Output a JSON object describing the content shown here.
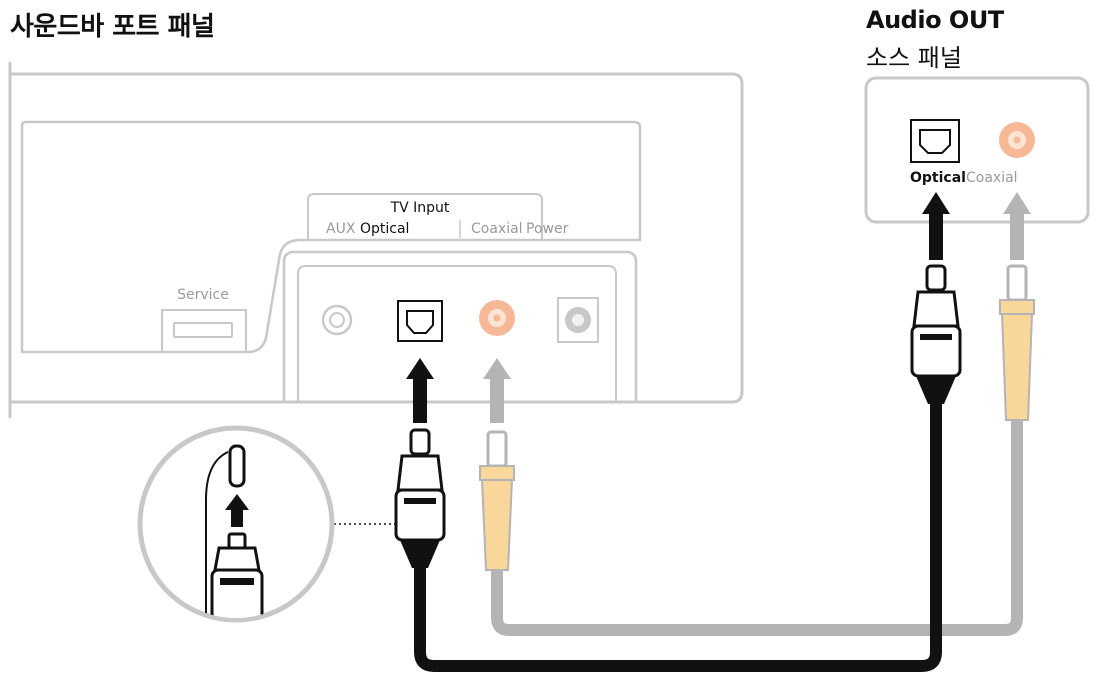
{
  "soundbar_panel": {
    "title": "사운드바 포트 패널",
    "service_label": "Service",
    "tv_input_label": "TV Input",
    "aux_label": "AUX",
    "optical_label": "Optical",
    "coaxial_label": "Coaxial",
    "power_label": "Power"
  },
  "source_panel": {
    "title": "Audio OUT",
    "subtitle": "소스 패널",
    "optical_label": "Optical",
    "coaxial_label": "Coaxial"
  },
  "colors": {
    "panel_outline": "#c8c8c8",
    "optical_cable": "#111111",
    "coaxial_cable": "#b4b4b4",
    "coaxial_plug": "#f9d79a",
    "coaxial_port_ring": "#f6b896",
    "label_grey": "#9a9a9a"
  }
}
